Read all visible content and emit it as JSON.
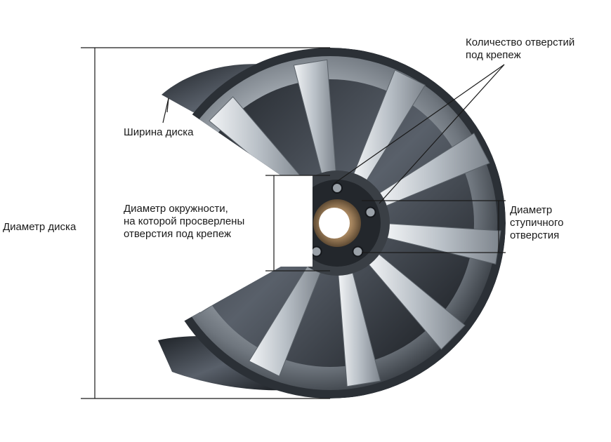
{
  "labels": {
    "disc_diameter": "Диаметр диска",
    "disc_width": "Ширина диска",
    "holes_count": [
      "Количество отверстий",
      "под крепеж"
    ],
    "pcd": [
      "Диаметр окружности,",
      "на которой просверлены",
      "отверстия под крепеж"
    ],
    "hub_bore": [
      "Диаметр",
      "ступичного",
      "отверстия"
    ]
  },
  "colors": {
    "rim_dark": "#2b3036",
    "rim_light": "#d9dde2",
    "rim_mid": "#8f969e",
    "hub_bronze": "#a7865f",
    "line": "#1a1a1a"
  },
  "wheel": {
    "spoke_count": 10,
    "bolt_hole_count": 5
  }
}
